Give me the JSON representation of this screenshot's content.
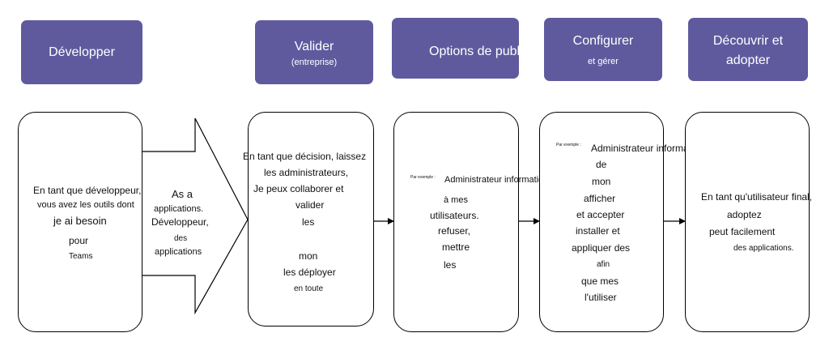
{
  "headers": [
    {
      "title": "Développer",
      "subtitle": ""
    },
    {
      "title": "Valider",
      "subtitle": "(entreprise)"
    },
    {
      "title": "Options de publication",
      "subtitle": ""
    },
    {
      "title": "Configurer",
      "subtitle": "et gérer"
    },
    {
      "title": "Découvrir et",
      "subtitle": "adopter"
    }
  ],
  "big_arrow": {
    "lines": [
      "As a",
      "applications.",
      "Développeur,",
      "des",
      "applications"
    ]
  },
  "box1": {
    "lines": [
      "En tant que développeur,",
      "vous avez les outils dont",
      "je ai besoin",
      "pour",
      "Teams"
    ]
  },
  "box2": {
    "lines": [
      "En tant que décision, laissez",
      "les administrateurs,",
      "Je peux collaborer et",
      "valider",
      "les",
      "mon",
      "les déployer",
      "en toute"
    ]
  },
  "box3": {
    "small": "Par exemple :",
    "lines": [
      "Administrateur informatique",
      "à mes",
      "utilisateurs.",
      "refuser,",
      "mettre",
      "les"
    ]
  },
  "box4": {
    "small": "Par exemple :",
    "lines": [
      "Administrateur informatique",
      "de",
      "mon",
      "afficher",
      "et accepter",
      "installer et",
      "appliquer des",
      "afin",
      "que mes",
      "l'utiliser"
    ]
  },
  "box5": {
    "lines": [
      "En tant qu'utilisateur final,",
      "adoptez",
      "peut facilement",
      "des applications."
    ]
  }
}
